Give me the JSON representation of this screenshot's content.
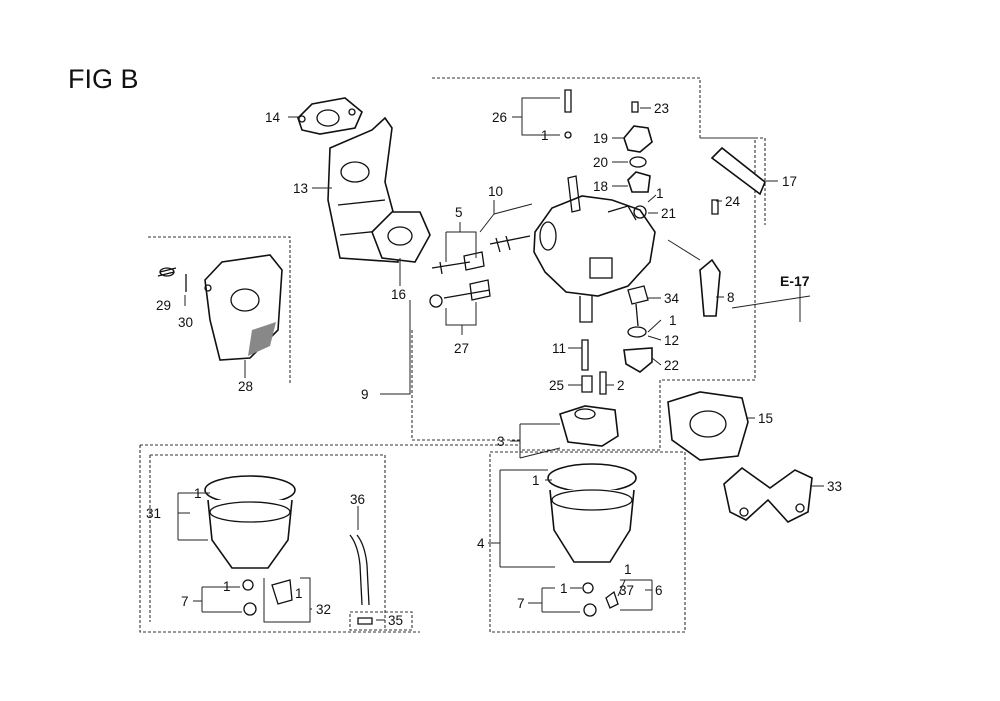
{
  "figure": {
    "title": "FIG B"
  },
  "reference": {
    "label": "E-17"
  },
  "labels": {
    "l1a": "1",
    "l1b": "1",
    "l1c": "1",
    "l1d": "1",
    "l1e": "1",
    "l1f": "1",
    "l1g": "1",
    "l1h": "1",
    "l1i": "1",
    "l2": "2",
    "l3": "3",
    "l4": "4",
    "l5": "5",
    "l6": "6",
    "l7a": "7",
    "l7b": "7",
    "l8": "8",
    "l9": "9",
    "l10": "10",
    "l11": "11",
    "l12": "12",
    "l13": "13",
    "l14": "14",
    "l15": "15",
    "l16": "16",
    "l17": "17",
    "l18": "18",
    "l19": "19",
    "l20": "20",
    "l21": "21",
    "l22": "22",
    "l23": "23",
    "l24": "24",
    "l25": "25",
    "l26": "26",
    "l27": "27",
    "l28": "28",
    "l29": "29",
    "l30": "30",
    "l31": "31",
    "l32": "32",
    "l33": "33",
    "l34": "34",
    "l35": "35",
    "l36": "36",
    "l37": "37"
  }
}
